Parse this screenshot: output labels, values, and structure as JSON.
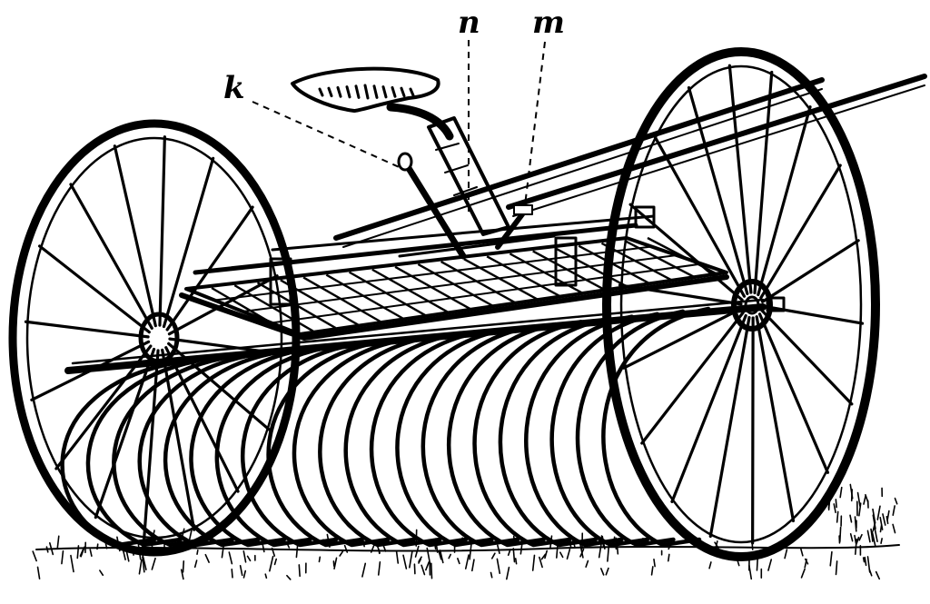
{
  "labels": {
    "k": "k",
    "n": "n",
    "m": "m"
  },
  "colors": {
    "ink": "#000000",
    "paper": "#ffffff"
  },
  "wheels": {
    "left_spokes": 16,
    "right_spokes": 18
  },
  "rake": {
    "tine_count": 22,
    "deck_slats": 20
  }
}
